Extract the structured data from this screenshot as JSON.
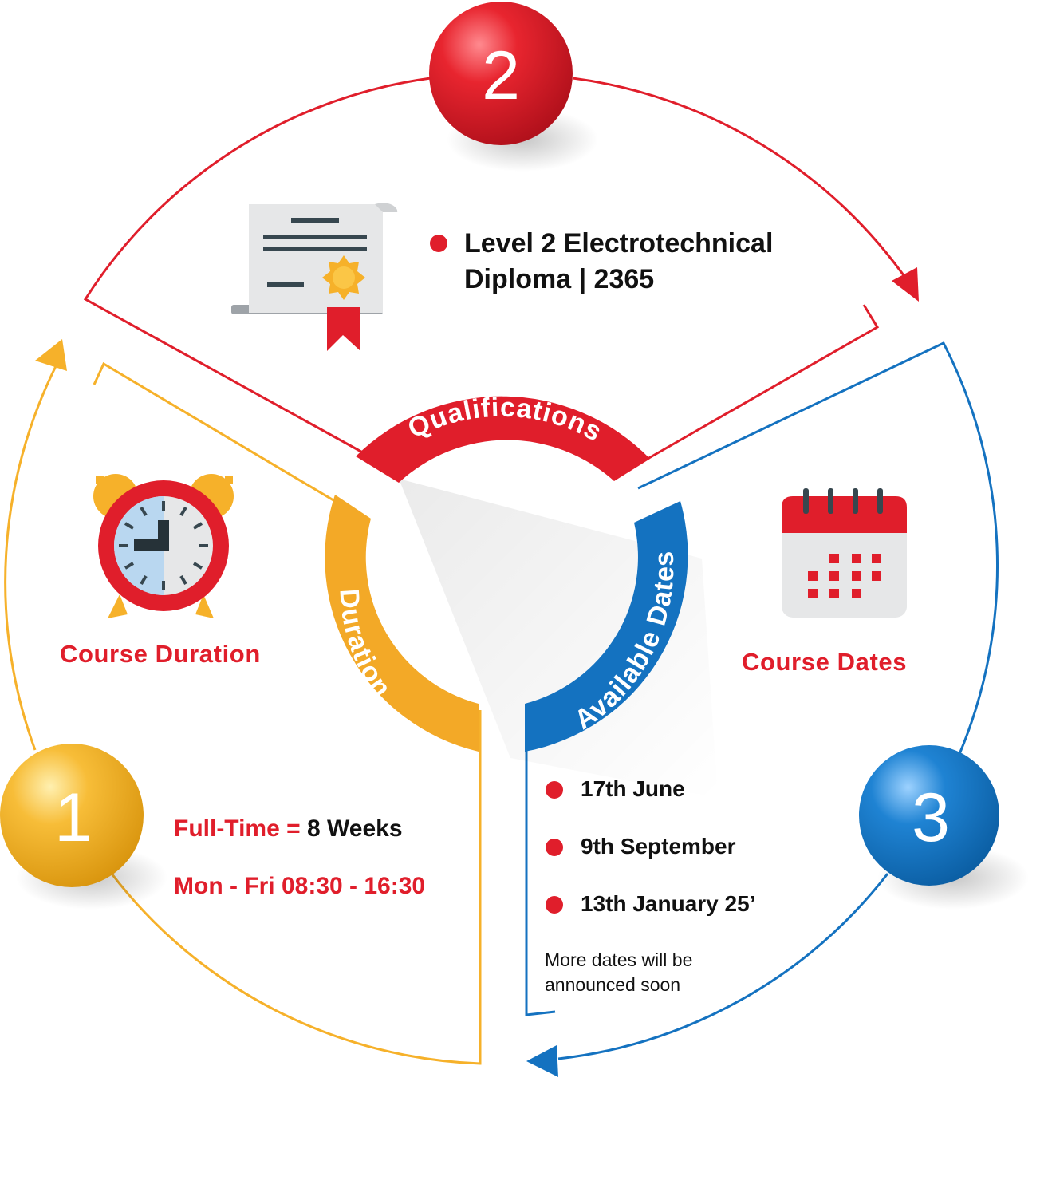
{
  "nodes": {
    "one": {
      "number": "1",
      "color": "#f6b12a"
    },
    "two": {
      "number": "2",
      "color": "#e01e2b"
    },
    "three": {
      "number": "3",
      "color": "#1472c0"
    }
  },
  "ring_labels": {
    "qualifications": "Qualifications",
    "duration": "Duration",
    "available_dates": "Available Dates"
  },
  "qualification": {
    "line1": "Level 2 Electrotechnical",
    "line2": "Diploma | 2365",
    "icon": "certificate-icon"
  },
  "duration_section": {
    "heading": "Course Duration",
    "full_time_label": "Full-Time =",
    "full_time_value": "8 Weeks",
    "schedule": "Mon - Fri 08:30 - 16:30",
    "icon": "alarm-clock-icon"
  },
  "dates_section": {
    "heading": "Course Dates",
    "dates": [
      "17th June",
      "9th September",
      "13th January 25’"
    ],
    "note_line1": "More dates will be",
    "note_line2": "announced soon",
    "icon": "calendar-icon"
  },
  "colors": {
    "red": "#e01e2b",
    "yellow": "#f6b12a",
    "blue": "#1472c0"
  }
}
